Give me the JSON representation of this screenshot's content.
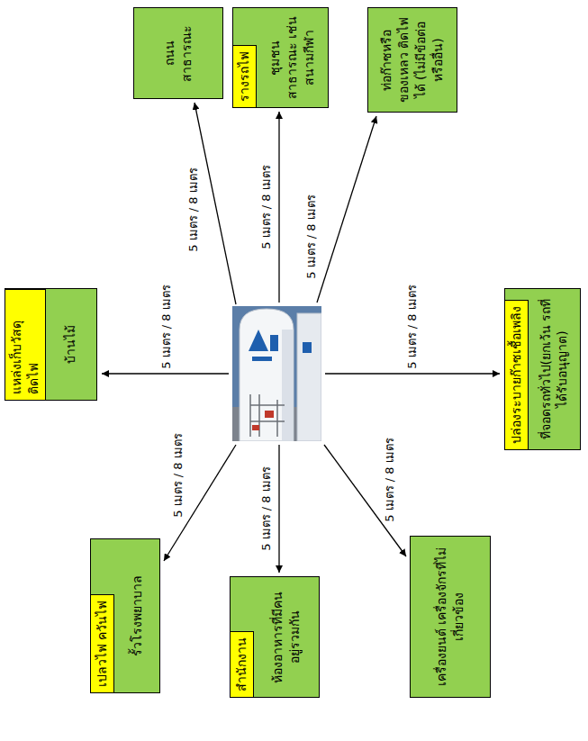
{
  "diagram": {
    "nodes": [
      {
        "text": [
          "เปลวไฟ ควันไฟ",
          "รั้วโรงพยาบาล"
        ]
      },
      {
        "text": [
          "แหล่งเก็บวัสดุติดไฟ",
          "บ้านไม้"
        ]
      },
      {
        "text": [
          "ถนนสาธารณะ"
        ]
      },
      {
        "text": [
          "รางรถไฟ",
          "ชุมชนสาธารณะ เช่น สนามกีฬา"
        ]
      },
      {
        "text": [
          "สำนักงาน",
          "ห้องอาหารที่มีคน อยู่รวมกัน"
        ]
      },
      {
        "text": [
          "ท่อก๊าซหรือของเหลว ติดไฟได้ (ไม่มีข้อต่อหรืออื่น)"
        ]
      },
      {
        "text": [
          "เครื่องยนต์ เครื่องจักรที่ไม่เกี่ยวข้อง"
        ]
      },
      {
        "text": [
          "ปล่องระบายก๊าซเชื้อเพลิง",
          "ที่จอดรถทั่วไป(ยกเว้น รถที่ได้รับอนุญาต)"
        ]
      }
    ],
    "labels": [
      "5 เมตร / 8 เมตร",
      "5 เมตร / 8 เมตร",
      "5 เมตร / 8 เมตร",
      "5 เมตร / 8 เมตร",
      "5 เมตร / 8 เมตร",
      "5 เมตร / 8 เมตร",
      "5 เมตร / 8 เมตร",
      "5 เมตร / 8 เมตร"
    ]
  }
}
